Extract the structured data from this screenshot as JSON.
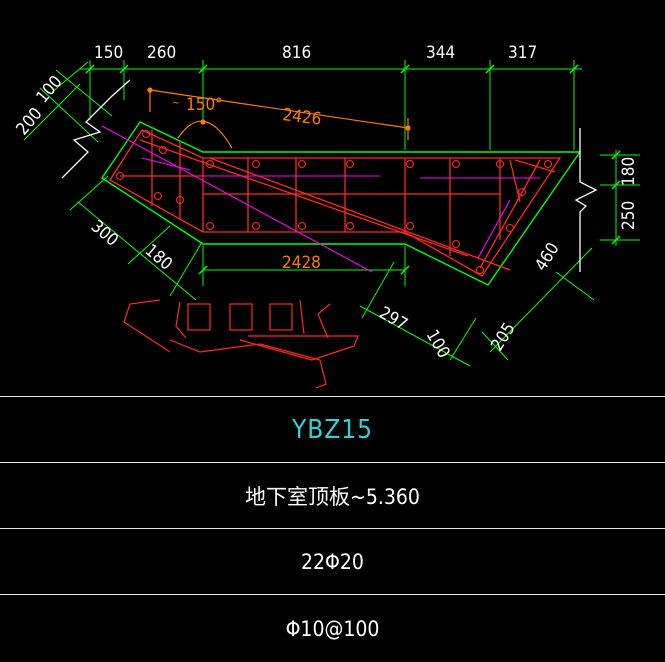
{
  "drawing": {
    "top_dims": [
      "150",
      "260",
      "816",
      "344",
      "317"
    ],
    "left_dims": [
      "200",
      "100"
    ],
    "angle": "150°",
    "angle_prefix": "~",
    "top_bar": "2426",
    "bottom_bar": "2428",
    "lower_left_dims": [
      "300",
      "180"
    ],
    "lower_right_dims": [
      "297",
      "100",
      "205",
      "460"
    ],
    "right_dims": [
      "180",
      "250"
    ],
    "colors": {
      "dimension": "#00ff00",
      "outline": "#00ff00",
      "rebar": "#ff2a1a",
      "dim_marker": "#ff7a00",
      "tie": "#ff00ff",
      "break_line": "#ffffff"
    }
  },
  "table": {
    "name": "YBZ15",
    "elevation": "地下室顶板~5.360",
    "longitudinal": "22Φ20",
    "stirrup": "Φ10@100"
  }
}
